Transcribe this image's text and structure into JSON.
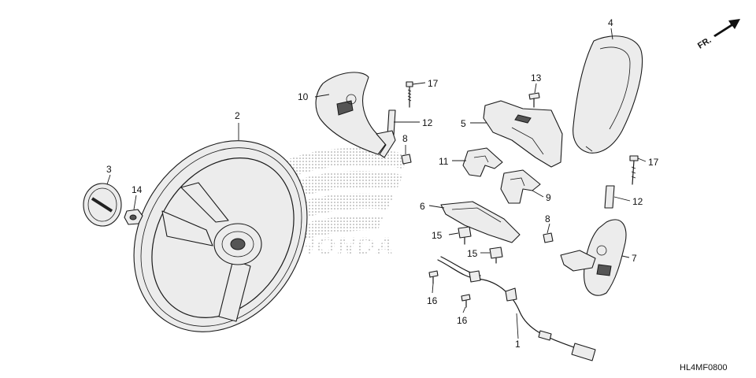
{
  "diagram": {
    "drawing_code": "HL4MF0800",
    "front_marker": "FR.",
    "watermark_text": "HONDA",
    "callouts": [
      {
        "id": "c1",
        "number": "1"
      },
      {
        "id": "c2",
        "number": "2"
      },
      {
        "id": "c3",
        "number": "3"
      },
      {
        "id": "c4",
        "number": "4"
      },
      {
        "id": "c5",
        "number": "5"
      },
      {
        "id": "c6",
        "number": "6"
      },
      {
        "id": "c7",
        "number": "7"
      },
      {
        "id": "c8a",
        "number": "8"
      },
      {
        "id": "c8b",
        "number": "8"
      },
      {
        "id": "c9",
        "number": "9"
      },
      {
        "id": "c10",
        "number": "10"
      },
      {
        "id": "c11",
        "number": "11"
      },
      {
        "id": "c12a",
        "number": "12"
      },
      {
        "id": "c12b",
        "number": "12"
      },
      {
        "id": "c13",
        "number": "13"
      },
      {
        "id": "c14",
        "number": "14"
      },
      {
        "id": "c15a",
        "number": "15"
      },
      {
        "id": "c15b",
        "number": "15"
      },
      {
        "id": "c16a",
        "number": "16"
      },
      {
        "id": "c16b",
        "number": "16"
      },
      {
        "id": "c17a",
        "number": "17"
      },
      {
        "id": "c17b",
        "number": "17"
      }
    ]
  }
}
